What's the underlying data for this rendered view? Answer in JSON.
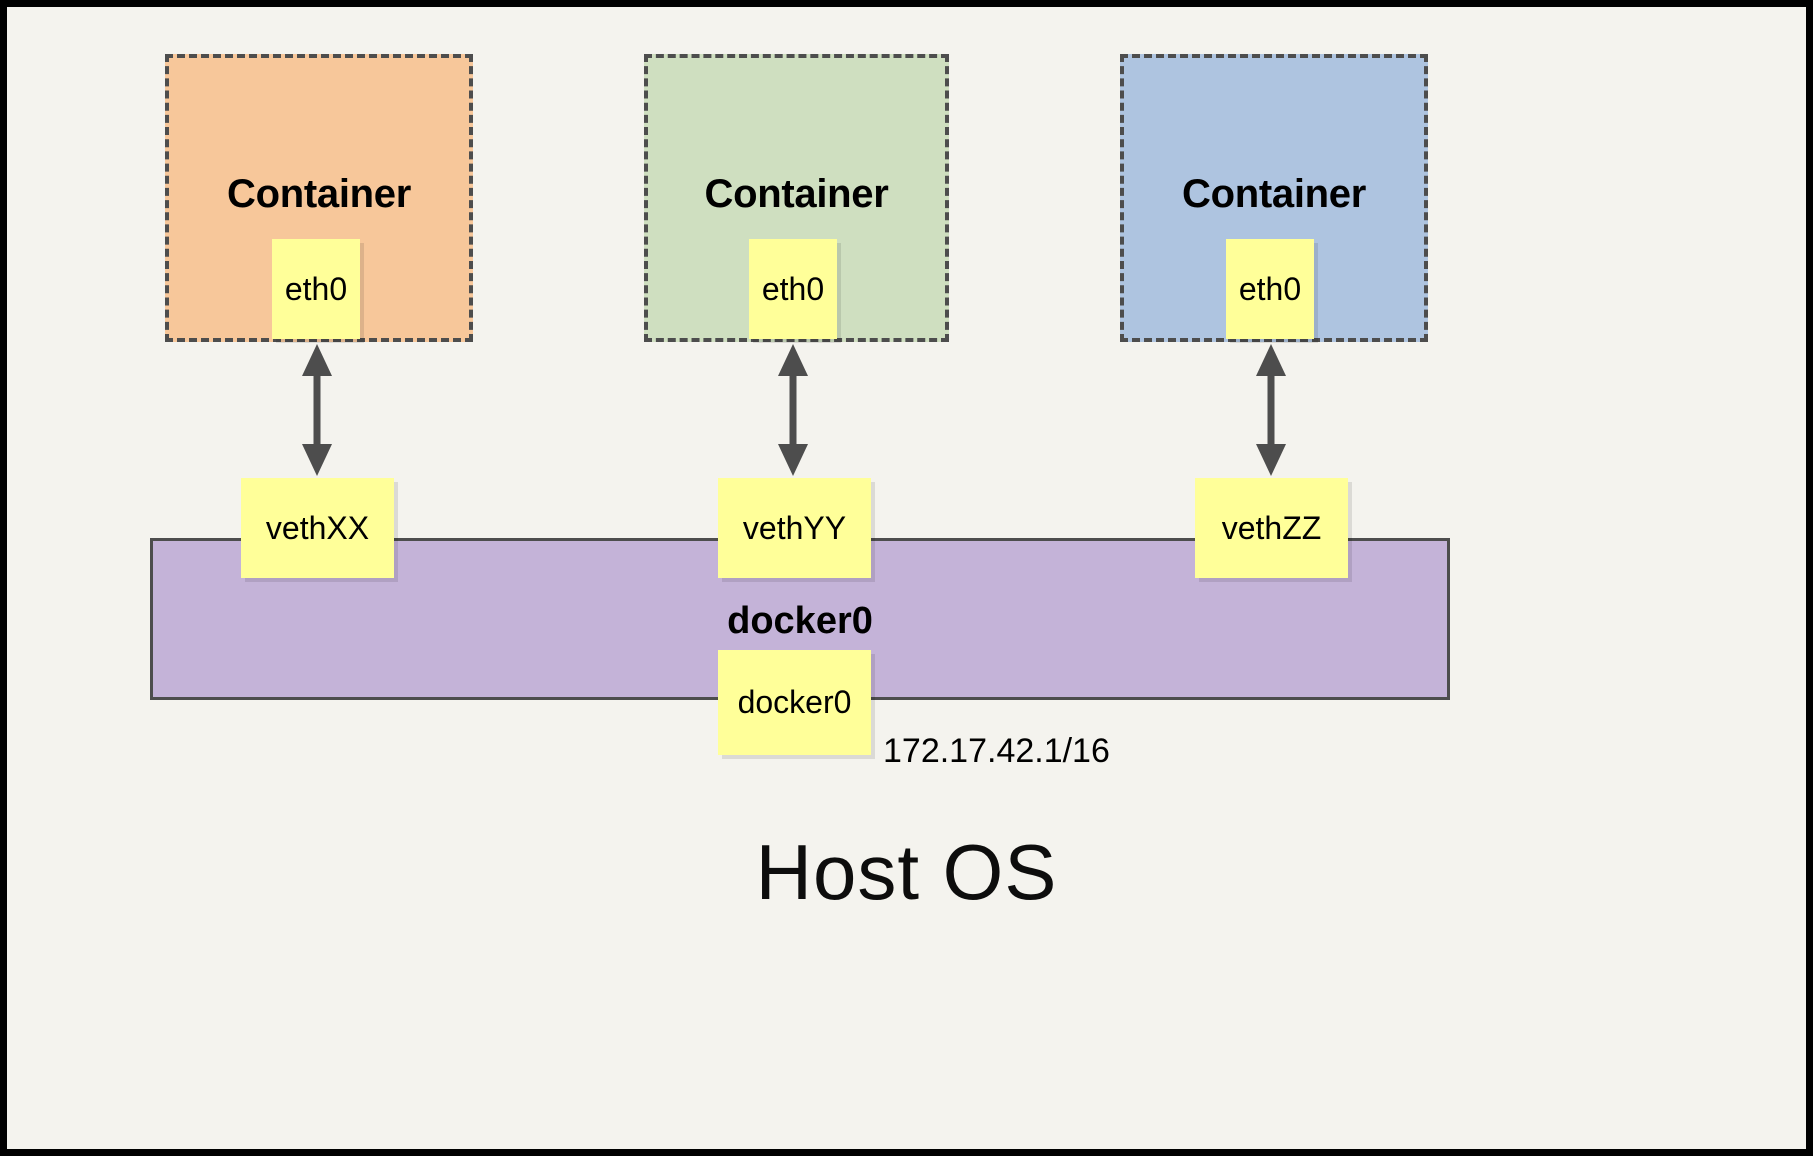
{
  "diagram": {
    "title_text": "Host OS",
    "background_color": "#f4f3ee",
    "border_color": "#000000"
  },
  "containers": [
    {
      "label": "Container",
      "fill_color": "#f7c79a",
      "border_color": "#4d4d4d",
      "interface": {
        "label": "eth0",
        "fill_color": "#ffff99"
      },
      "veth": {
        "label": "vethXX",
        "fill_color": "#ffff99"
      }
    },
    {
      "label": "Container",
      "fill_color": "#cfdfc0",
      "border_color": "#4d4d4d",
      "interface": {
        "label": "eth0",
        "fill_color": "#ffff99"
      },
      "veth": {
        "label": "vethYY",
        "fill_color": "#ffff99"
      }
    },
    {
      "label": "Container",
      "fill_color": "#aec4e0",
      "border_color": "#4d4d4d",
      "interface": {
        "label": "eth0",
        "fill_color": "#ffff99"
      },
      "veth": {
        "label": "vethZZ",
        "fill_color": "#ffff99"
      }
    }
  ],
  "bridge": {
    "bar_label": "docker0",
    "bar_color": "#c4b3d8",
    "bar_border_color": "#4d4d4d",
    "interface_label": "docker0",
    "interface_fill_color": "#ffff99",
    "ip_address": "172.17.42.1/16"
  },
  "arrows": {
    "color": "#4d4d4d",
    "style": "double-headed-vertical",
    "count": 3
  }
}
